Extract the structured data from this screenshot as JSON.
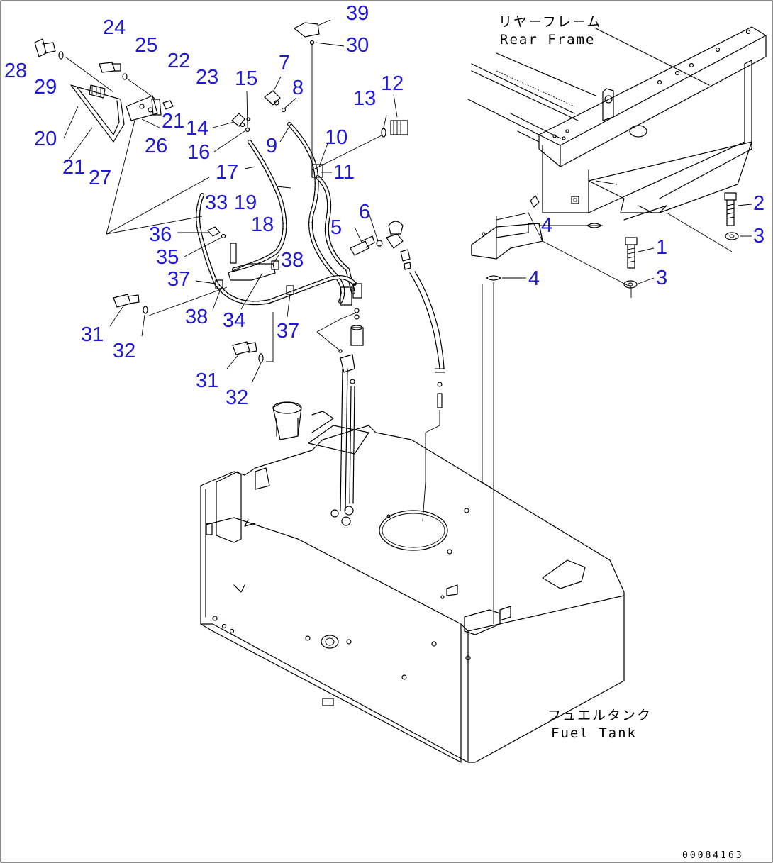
{
  "labels": {
    "rear_frame_jp": "リヤーフレーム",
    "rear_frame_en": "Rear Frame",
    "fuel_tank_jp": "フュエルタンク",
    "fuel_tank_en": "Fuel Tank",
    "drawing_code": "00084163"
  },
  "callouts": [
    {
      "id": "c39",
      "text": "39"
    },
    {
      "id": "c30",
      "text": "30"
    },
    {
      "id": "c24",
      "text": "24"
    },
    {
      "id": "c25",
      "text": "25"
    },
    {
      "id": "c22",
      "text": "22"
    },
    {
      "id": "c23",
      "text": "23"
    },
    {
      "id": "c28",
      "text": "28"
    },
    {
      "id": "c29",
      "text": "29"
    },
    {
      "id": "c20",
      "text": "20"
    },
    {
      "id": "c21a",
      "text": "21"
    },
    {
      "id": "c21b",
      "text": "21"
    },
    {
      "id": "c27",
      "text": "27"
    },
    {
      "id": "c26",
      "text": "26"
    },
    {
      "id": "c15",
      "text": "15"
    },
    {
      "id": "c7",
      "text": "7"
    },
    {
      "id": "c8",
      "text": "8"
    },
    {
      "id": "c14",
      "text": "14"
    },
    {
      "id": "c16",
      "text": "16"
    },
    {
      "id": "c9",
      "text": "9"
    },
    {
      "id": "c17",
      "text": "17"
    },
    {
      "id": "c13",
      "text": "13"
    },
    {
      "id": "c12",
      "text": "12"
    },
    {
      "id": "c10",
      "text": "10"
    },
    {
      "id": "c11",
      "text": "11"
    },
    {
      "id": "c33",
      "text": "33"
    },
    {
      "id": "c19",
      "text": "19"
    },
    {
      "id": "c18",
      "text": "18"
    },
    {
      "id": "c36",
      "text": "36"
    },
    {
      "id": "c35",
      "text": "35"
    },
    {
      "id": "c5",
      "text": "5"
    },
    {
      "id": "c6",
      "text": "6"
    },
    {
      "id": "c37a",
      "text": "37"
    },
    {
      "id": "c38a",
      "text": "38"
    },
    {
      "id": "c38b",
      "text": "38"
    },
    {
      "id": "c34",
      "text": "34"
    },
    {
      "id": "c37b",
      "text": "37"
    },
    {
      "id": "c31a",
      "text": "31"
    },
    {
      "id": "c32a",
      "text": "32"
    },
    {
      "id": "c31b",
      "text": "31"
    },
    {
      "id": "c32b",
      "text": "32"
    },
    {
      "id": "c2",
      "text": "2"
    },
    {
      "id": "c3a",
      "text": "3"
    },
    {
      "id": "c1",
      "text": "1"
    },
    {
      "id": "c3b",
      "text": "3"
    },
    {
      "id": "c4a",
      "text": "4"
    },
    {
      "id": "c4b",
      "text": "4"
    }
  ]
}
